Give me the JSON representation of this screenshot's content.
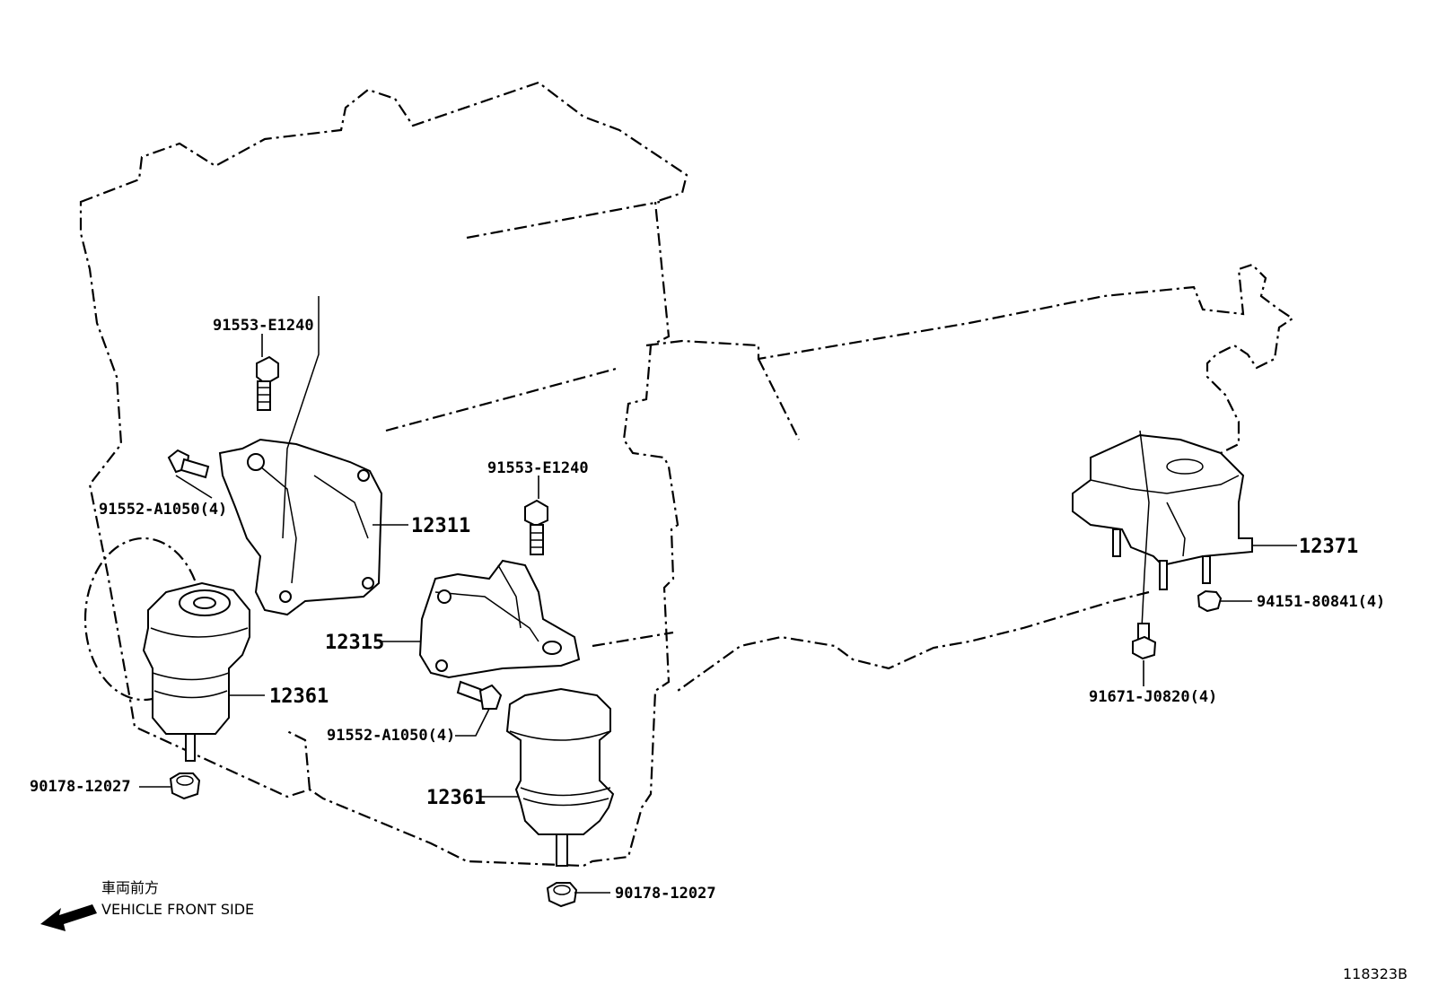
{
  "parts": {
    "bolt_top_left": "91553-E1240",
    "bolt_left_side": "91552-A1050(4)",
    "bracket_left": "12311",
    "insulator_left": "12361",
    "nut_left": "90178-12027",
    "bolt_top_center": "91553-E1240",
    "bracket_center": "12315",
    "bolt_center": "91552-A1050(4)",
    "insulator_center": "12361",
    "nut_center": "90178-12027",
    "insulator_rear": "12371",
    "nut_rear": "94151-80841(4)",
    "bolt_rear": "91671-J0820(4)"
  },
  "direction": {
    "jp": "車両前方",
    "en": "VEHICLE FRONT SIDE",
    "icon": "arrow-left-icon"
  },
  "figure_id": "118323B"
}
